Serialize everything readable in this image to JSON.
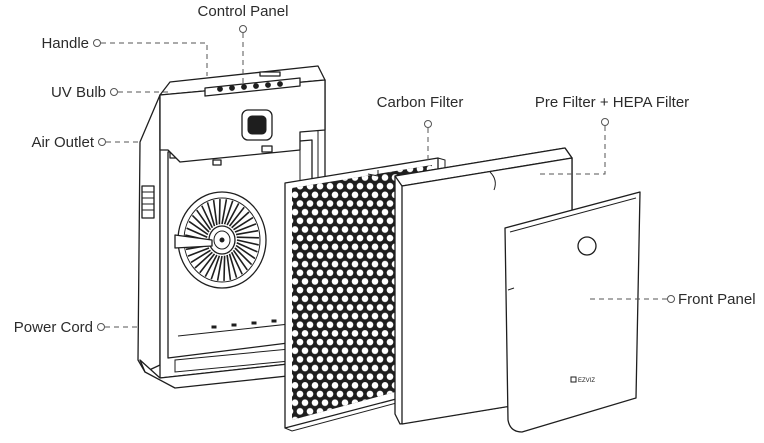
{
  "labels": {
    "control_panel": "Control Panel",
    "handle": "Handle",
    "uv_bulb": "UV Bulb",
    "air_outlet": "Air Outlet",
    "carbon_filter": "Carbon Filter",
    "pre_filter_hepa": "Pre Filter + HEPA Filter",
    "power_cord": "Power Cord",
    "front_panel": "Front Panel"
  },
  "brand": {
    "logo_text": "EZVIZ"
  },
  "colors": {
    "line": "#1e1e1e",
    "leader": "#555555",
    "text": "#2b2b2b",
    "background": "#ffffff"
  }
}
